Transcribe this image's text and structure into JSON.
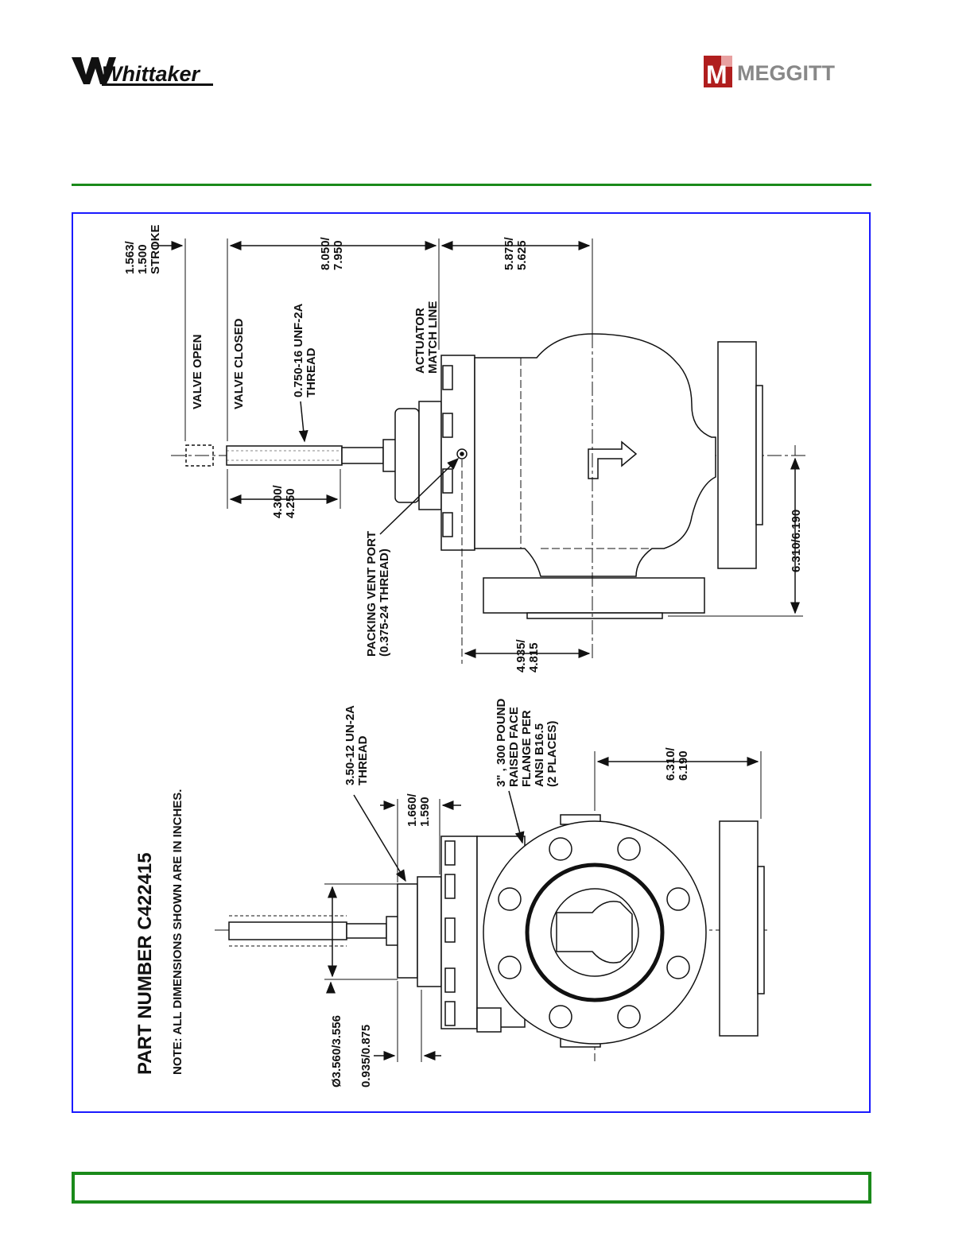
{
  "header": {
    "left_logo": "Whittaker",
    "right_logo_mark": "M",
    "right_logo": "MEGGITT"
  },
  "drawing": {
    "title": "PART NUMBER C422415",
    "note": "NOTE:  ALL DIMENSIONS SHOWN ARE IN INCHES.",
    "labels": {
      "stroke_1": "1.563/",
      "stroke_2": "1.500",
      "stroke_3": "STROKE",
      "valve_open": "VALVE OPEN",
      "valve_closed": "VALVE CLOSED",
      "stem_thread_1": "0.750-16 UNF-2A",
      "stem_thread_2": "THREAD",
      "dim_8050_1": "8.050/",
      "dim_8050_2": "7.950",
      "actuator_1": "ACTUATOR",
      "actuator_2": "MATCH LINE",
      "dim_5875_1": "5.875/",
      "dim_5875_2": "5.625",
      "dim_4300_1": "4.300/",
      "dim_4300_2": "4.250",
      "packing_1": "PACKING VENT PORT",
      "packing_2": "(0.375-24 THREAD)",
      "dim_6310_a": "6.310/6.190",
      "dim_4935_1": "4.935/",
      "dim_4935_2": "4.815",
      "un_thread_1": "3.50-12 UN-2A",
      "un_thread_2": "THREAD",
      "dim_1660_1": "1.660/",
      "dim_1660_2": "1.590",
      "flange_1": "3\" , 300 POUND",
      "flange_2": "RAISED FACE",
      "flange_3": "FLANGE PER",
      "flange_4": "ANSI B16.5",
      "flange_5": "(2 PLACES)",
      "dim_6310_b1": "6.310/",
      "dim_6310_b2": "6.190",
      "dia_3560": "Ø3.560/3.556",
      "dim_0935": "0.935/0.875"
    }
  },
  "colors": {
    "green_rule": "#1a8a1a",
    "blue_frame": "#1a1aff",
    "meggitt_red": "#b01e1e"
  }
}
